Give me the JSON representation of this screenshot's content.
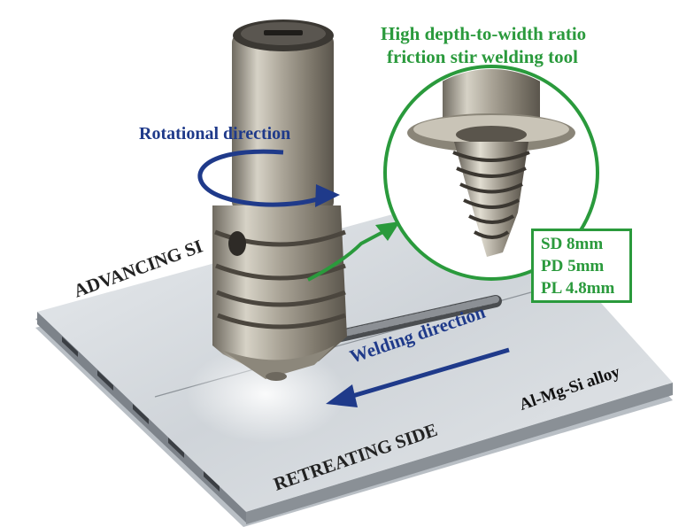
{
  "title": {
    "line1": "High depth-to-width ratio",
    "line2": "friction stir welding tool"
  },
  "labels": {
    "rotational": "Rotational direction",
    "advancing": "ADVANCING SI",
    "welding": "Welding direction",
    "alloy": "Al-Mg-Si alloy",
    "retreating": "RETREATING SIDE"
  },
  "specs": [
    "SD 8mm",
    "PD 5mm",
    "PL 4.8mm"
  ],
  "colors": {
    "accent_green": "#2a9a3c",
    "arrow_blue": "#1f3a8a",
    "plate": "#dfe3e7",
    "tool_metal": "#a8a396"
  }
}
